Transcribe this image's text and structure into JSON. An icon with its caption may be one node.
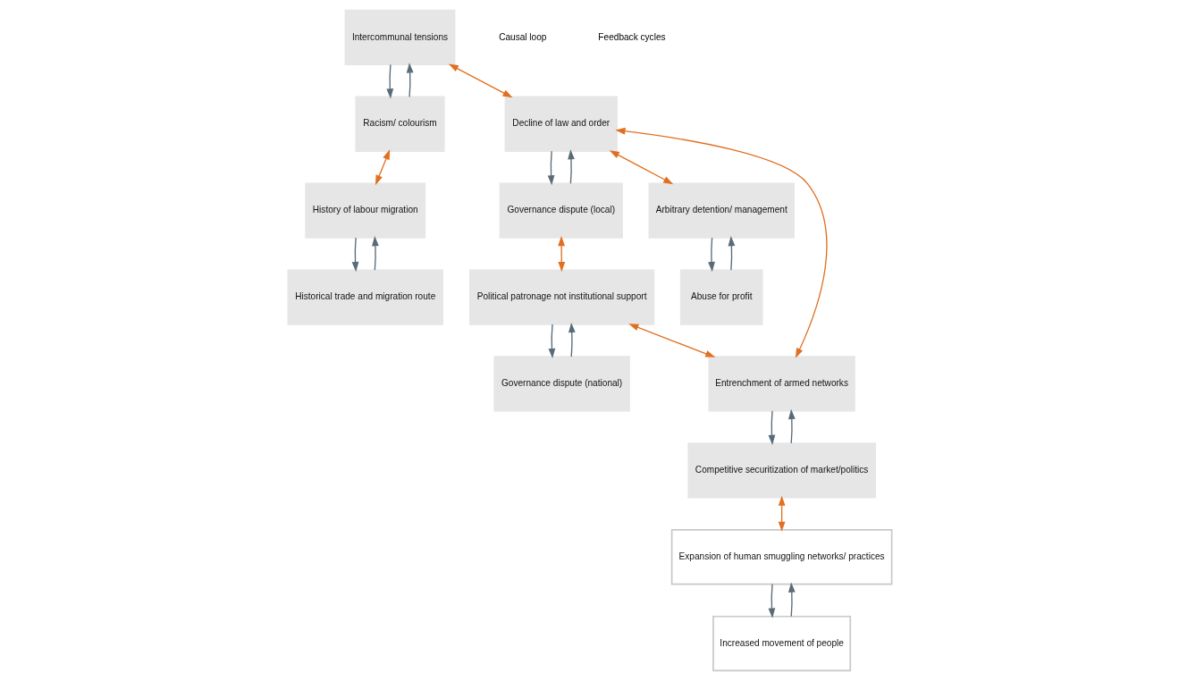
{
  "diagram": {
    "nodes": [
      {
        "text": [
          "Intercommunal tensions"
        ]
      },
      {
        "text": [
          "Racism/ colourism"
        ]
      },
      {
        "text": [
          "History of labour migration"
        ]
      },
      {
        "text": [
          "Historical trade and migration route"
        ]
      },
      {
        "text": [
          "Decline of law and order"
        ]
      },
      {
        "text": [
          "Governance dispute (local)"
        ]
      },
      {
        "text": [
          "Arbitrary detention/ management"
        ]
      },
      {
        "text": [
          "Abuse for profit"
        ]
      },
      {
        "text": [
          "Governance dispute (national)"
        ]
      },
      {
        "text": [
          "Political patronage not institutional support"
        ]
      },
      {
        "text": [
          "Entrenchment of armed networks"
        ]
      },
      {
        "text": [
          "Competitive securitization of market/politics"
        ]
      },
      {
        "text": [
          "Expansion of human smuggling networks/ practices"
        ]
      },
      {
        "text": [
          "Increased movement of people"
        ]
      }
    ],
    "edges": [
      {
        "from": 0,
        "to": 1,
        "arrow": "to"
      },
      {
        "from": 1,
        "to": 0,
        "arrow": "to"
      },
      {
        "from": 2,
        "to": 3,
        "arrow": "to"
      },
      {
        "from": 3,
        "to": 2,
        "arrow": "to"
      },
      {
        "from": 5,
        "to": 4,
        "arrow": "to"
      },
      {
        "from": 4,
        "to": 5,
        "arrow": "to"
      },
      {
        "from": 6,
        "to": 7,
        "arrow": "to"
      },
      {
        "from": 7,
        "to": 6,
        "arrow": "to"
      },
      {
        "from": 8,
        "to": 9,
        "arrow": "to"
      },
      {
        "from": 9,
        "to": 8,
        "arrow": "to"
      },
      {
        "from": 10,
        "to": 11,
        "arrow": "to"
      },
      {
        "from": 11,
        "to": 10,
        "arrow": "to"
      },
      {
        "from": 12,
        "to": 13,
        "arrow": "to"
      },
      {
        "from": 13,
        "to": 12,
        "arrow": "to"
      },
      {
        "from": 1,
        "to": 2,
        "arrow": "both",
        "color": "#e07020"
      },
      {
        "from": 0,
        "to": 4,
        "arrow": "both",
        "color": "#e07020"
      },
      {
        "from": 4,
        "to": 6,
        "arrow": "both",
        "color": "#e07020"
      },
      {
        "from": 5,
        "to": 9,
        "arrow": "both",
        "color": "#e07020"
      },
      {
        "from": 4,
        "to": 10,
        "arrow": "both",
        "color": "#e07020"
      },
      {
        "from": 9,
        "to": 10,
        "arrow": "both",
        "color": "#e07020"
      },
      {
        "from": 11,
        "to": 12,
        "arrow": "both",
        "color": "#e07020"
      }
    ],
    "legend": [
      {
        "text": "Causal loop"
      },
      {
        "text": "Feedback cycles"
      }
    ]
  }
}
